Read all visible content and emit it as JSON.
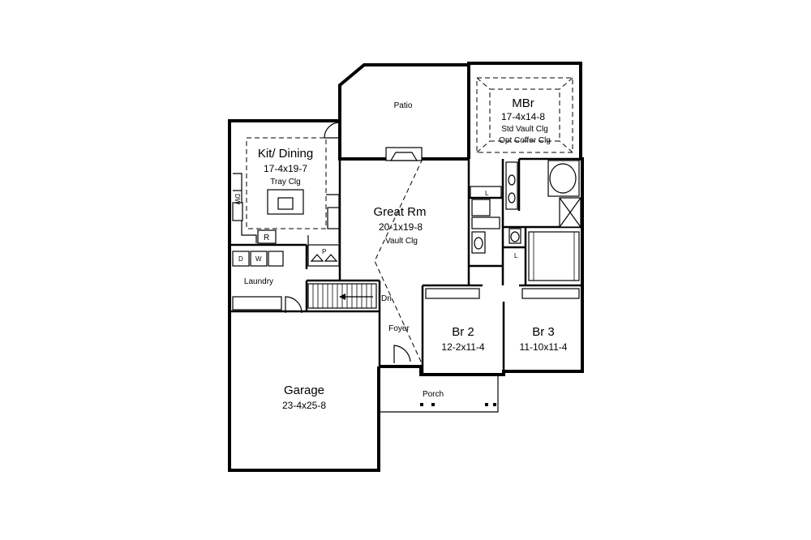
{
  "rooms": {
    "patio": {
      "name": "Patio"
    },
    "mbr": {
      "name": "MBr",
      "size": "17-4x14-8",
      "note1": "Std Vault Clg",
      "note2": "Opt Coffer Clg"
    },
    "kitchen": {
      "name": "Kit/ Dining",
      "size": "17-4x19-7",
      "note": "Tray Clg"
    },
    "great_room": {
      "name": "Great Rm",
      "size": "20-1x19-8",
      "note": "Vault Clg"
    },
    "laundry": {
      "name": "Laundry"
    },
    "foyer": {
      "name": "Foyer"
    },
    "br2": {
      "name": "Br 2",
      "size": "12-2x11-4"
    },
    "br3": {
      "name": "Br 3",
      "size": "11-10x11-4"
    },
    "garage": {
      "name": "Garage",
      "size": "23-4x25-8"
    },
    "porch": {
      "name": "Porch"
    }
  },
  "fixtures": {
    "dw": "DW",
    "refrigerator": "R",
    "pantry": "P",
    "dryer": "D",
    "washer": "W",
    "linen1": "L",
    "linen2": "L",
    "stairs": "Dn"
  }
}
